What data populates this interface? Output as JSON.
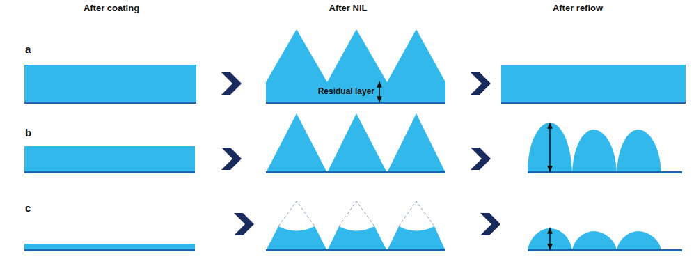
{
  "diagram": {
    "labels": [
      "After coating",
      "After NIL",
      "After reflow",
      "a",
      "Residual layer",
      "b",
      "c"
    ]
  }
}
